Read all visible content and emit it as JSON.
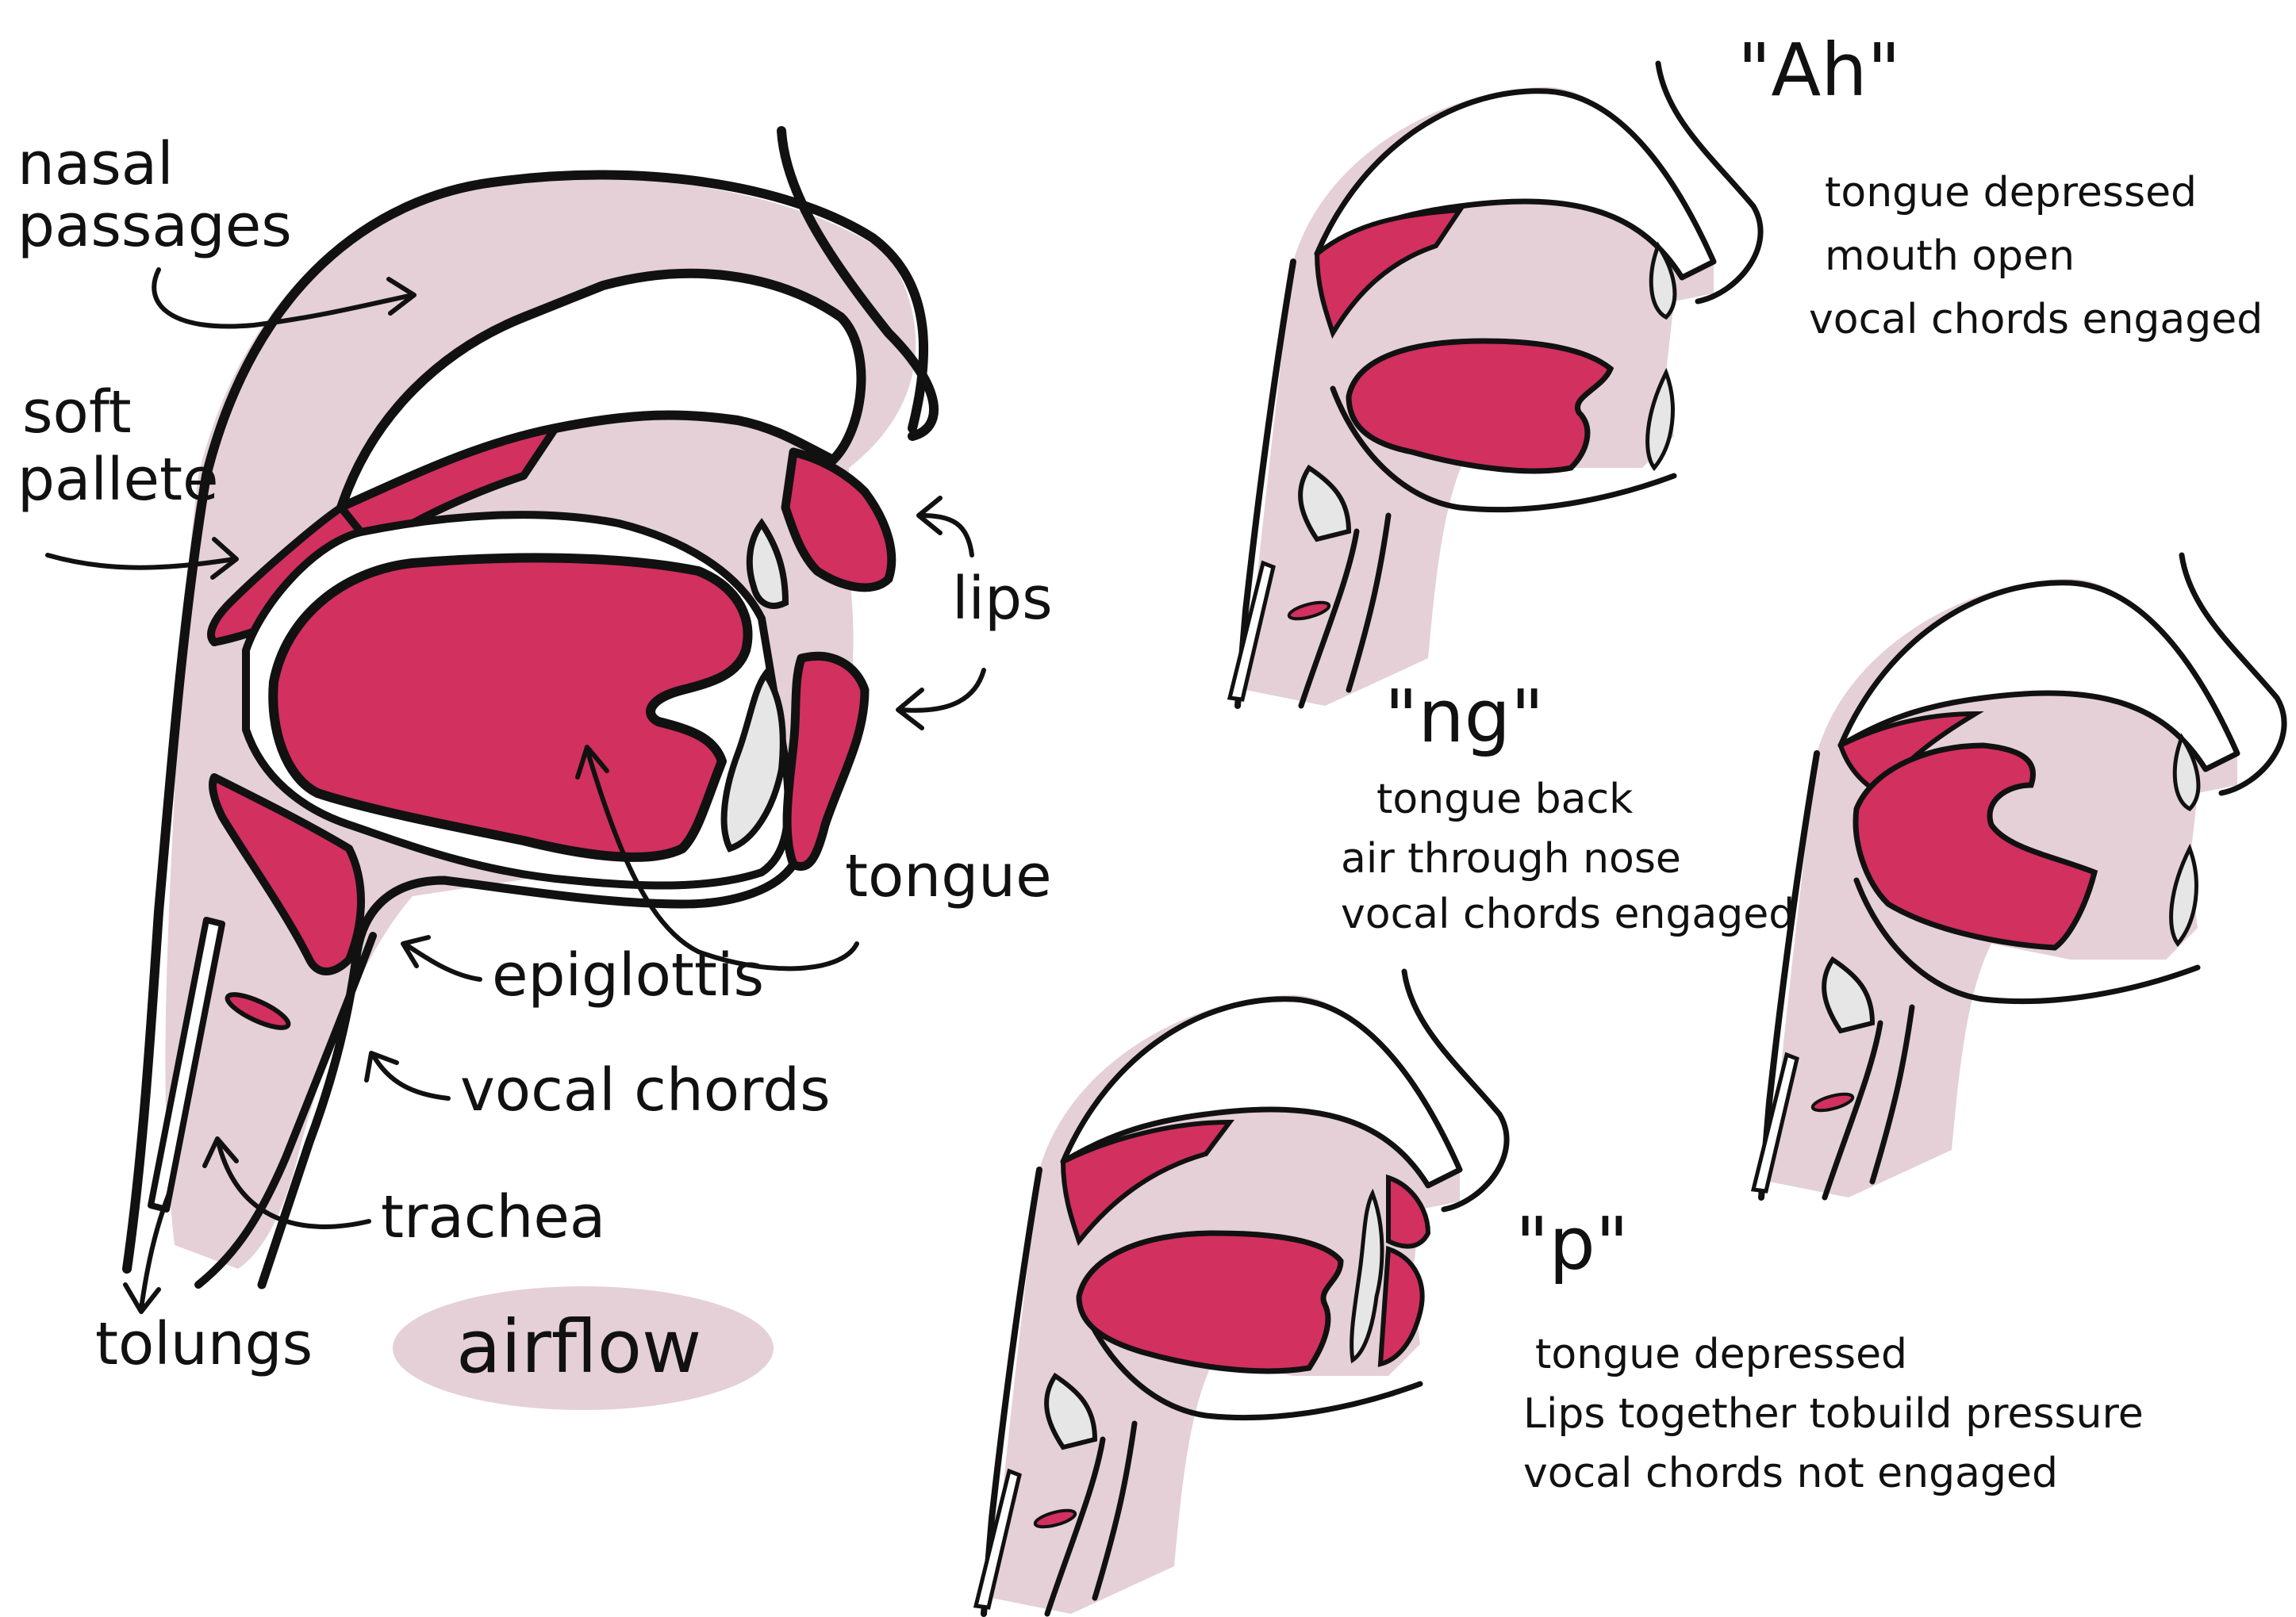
{
  "colors": {
    "tissue": "#e4d0d6",
    "muscle": "#d2305f",
    "bone": "#e6e6e6",
    "outline": "#111111",
    "paper": "#ffffff"
  },
  "main_diagram": {
    "labels": {
      "nasal_line1": "nasal",
      "nasal_line2": "passages",
      "soft_line1": "soft",
      "soft_line2": "pallete",
      "lips": "lips",
      "tongue": "tongue",
      "epiglottis": "epiglottis",
      "vocal_chords": "vocal chords",
      "trachea": "trachea",
      "to_lungs": "tolungs"
    },
    "legend": "airflow"
  },
  "variants": {
    "ah": {
      "title": "\"Ah\"",
      "notes": [
        "tongue depressed",
        "mouth open",
        "vocal chords engaged"
      ]
    },
    "ng": {
      "title": "\"ng\"",
      "notes": [
        "tongue back",
        "air through nose",
        "vocal chords engaged"
      ]
    },
    "p": {
      "title": "\"p\"",
      "notes": [
        "tongue depressed",
        "Lips together tobuild pressure",
        "vocal chords not engaged"
      ]
    }
  }
}
